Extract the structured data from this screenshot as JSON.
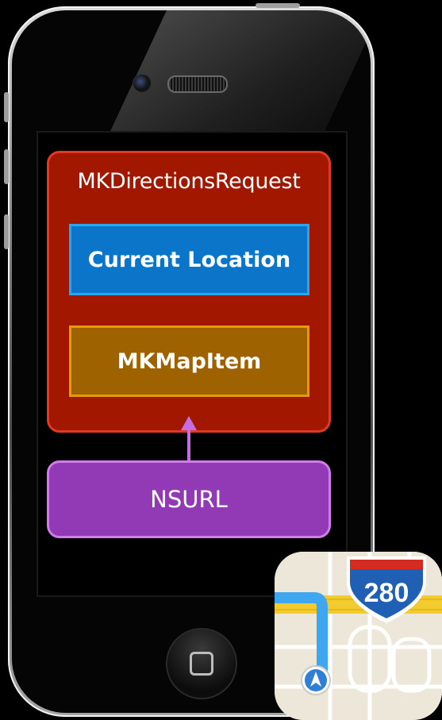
{
  "diagram": {
    "request_title": "MKDirectionsRequest",
    "location_label": "Current Location",
    "mapitem_label": "MKMapItem",
    "url_label": "NSURL"
  },
  "maps_icon": {
    "shield_number": "280",
    "icon_name": "maps-app-icon"
  },
  "colors": {
    "request": "#a11700",
    "location": "#0a75c9",
    "mapitem": "#9f6200",
    "url": "#9239b6",
    "arrow": "#c66de2"
  }
}
